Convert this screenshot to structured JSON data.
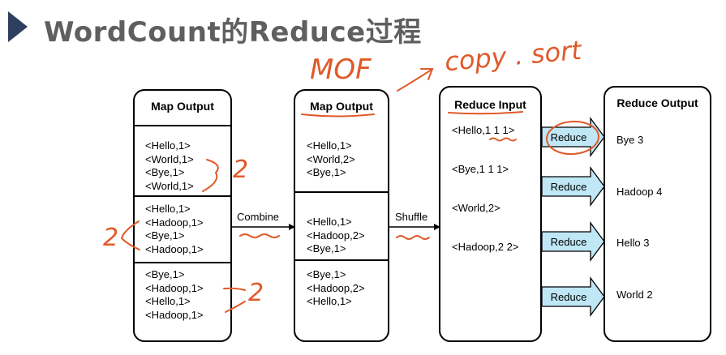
{
  "title": "WordCount的Reduce过程",
  "map_output_1": {
    "title": "Map Output",
    "groups": [
      "<Hello,1>\n<World,1>\n<Bye,1>\n<World,1>",
      "<Hello,1>\n<Hadoop,1>\n<Bye,1>\n<Hadoop,1>",
      "<Bye,1>\n<Hadoop,1>\n<Hello,1>\n<Hadoop,1>"
    ]
  },
  "combine_label": "Combine",
  "map_output_2": {
    "title": "Map Output",
    "groups": [
      "<Hello,1>\n<World,2>\n<Bye,1>",
      "<Hello,1>\n<Hadoop,2>\n<Bye,1>",
      "<Bye,1>\n<Hadoop,2>\n<Hello,1>"
    ]
  },
  "shuffle_label": "Shuffle",
  "reduce_input": {
    "title": "Reduce Input",
    "items": [
      "<Hello,1 1 1>",
      "<Bye,1 1 1>",
      "<World,2>",
      "<Hadoop,2 2>"
    ]
  },
  "reduce_arrows": [
    "Reduce",
    "Reduce",
    "Reduce",
    "Reduce"
  ],
  "reduce_output": {
    "title": "Reduce Output",
    "items": [
      "Bye 3",
      "Hadoop 4",
      "Hello 3",
      "World 2"
    ]
  },
  "annotations": {
    "mof": "MOF",
    "copy_sort": "copy . sort",
    "two_a": "2",
    "two_b": "2",
    "two_c": "2"
  },
  "colors": {
    "arrow_fill": "#bfe7f5",
    "annotation": "#e05a2a",
    "title_arrow": "#2e3f5e"
  }
}
